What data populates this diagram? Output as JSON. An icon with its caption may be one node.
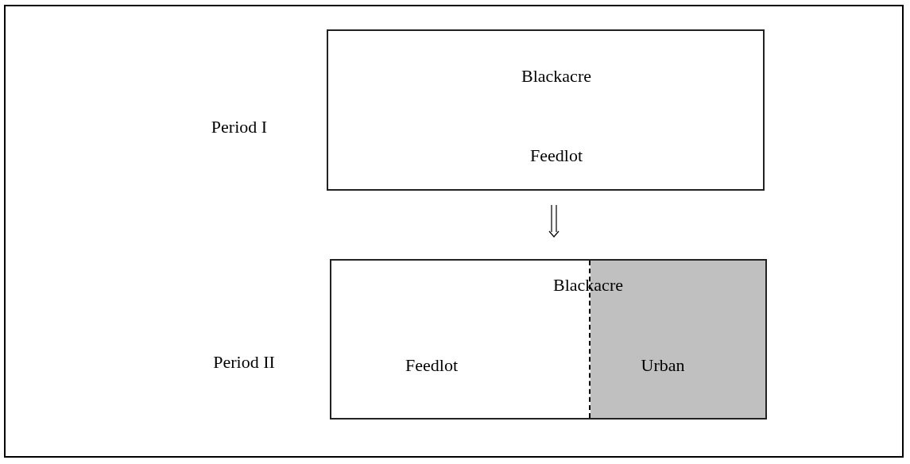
{
  "diagram": {
    "nodes": [
      {
        "text": [
          "Blackacre",
          "Feedlot"
        ]
      },
      {
        "text": [
          "Blackacre"
        ]
      },
      {
        "text": [
          "Feedlot"
        ],
        "in": 1
      },
      {
        "text": [
          "Urban"
        ],
        "in": 1
      }
    ],
    "edges": [
      {
        "from": 0,
        "to": 1,
        "arrow": "to"
      }
    ],
    "labels": [
      "Period I",
      "Period II"
    ]
  }
}
